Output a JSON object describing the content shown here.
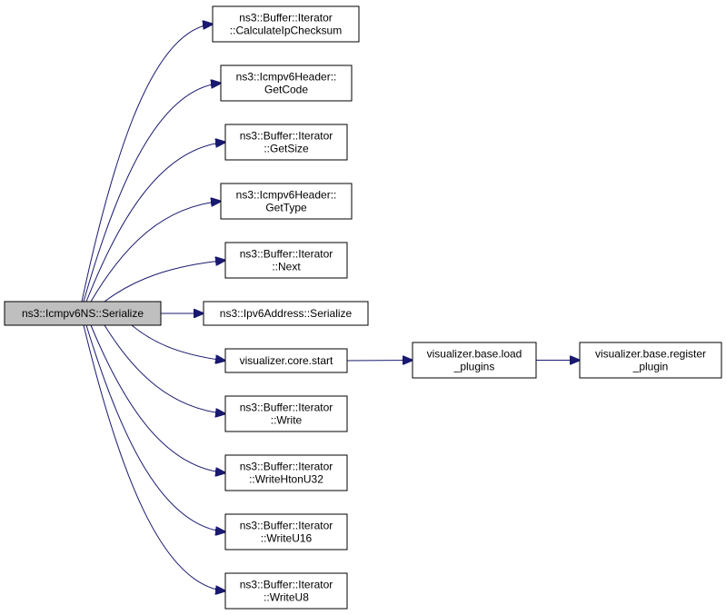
{
  "colors": {
    "edge": "#191970",
    "root_fill": "#bfbfbf",
    "node_fill": "#ffffff",
    "border": "#000000",
    "text": "#000000"
  },
  "nodes": [
    {
      "id": "root",
      "lines": [
        "ns3::Icmpv6NS::Serialize"
      ],
      "root": true
    },
    {
      "id": "calcchecksum",
      "lines": [
        "ns3::Buffer::Iterator",
        "::CalculateIpChecksum"
      ]
    },
    {
      "id": "getcode",
      "lines": [
        "ns3::Icmpv6Header::",
        "GetCode"
      ]
    },
    {
      "id": "getsize",
      "lines": [
        "ns3::Buffer::Iterator",
        "::GetSize"
      ]
    },
    {
      "id": "gettype",
      "lines": [
        "ns3::Icmpv6Header::",
        "GetType"
      ]
    },
    {
      "id": "next",
      "lines": [
        "ns3::Buffer::Iterator",
        "::Next"
      ]
    },
    {
      "id": "ipv6serialize",
      "lines": [
        "ns3::Ipv6Address::Serialize"
      ]
    },
    {
      "id": "corestart",
      "lines": [
        "visualizer.core.start"
      ]
    },
    {
      "id": "loadplugins",
      "lines": [
        "visualizer.base.load",
        "_plugins"
      ]
    },
    {
      "id": "registerplugin",
      "lines": [
        "visualizer.base.register",
        "_plugin"
      ]
    },
    {
      "id": "write",
      "lines": [
        "ns3::Buffer::Iterator",
        "::Write"
      ]
    },
    {
      "id": "writehtonu32",
      "lines": [
        "ns3::Buffer::Iterator",
        "::WriteHtonU32"
      ]
    },
    {
      "id": "writeu16",
      "lines": [
        "ns3::Buffer::Iterator",
        "::WriteU16"
      ]
    },
    {
      "id": "writeu8",
      "lines": [
        "ns3::Buffer::Iterator",
        "::WriteU8"
      ]
    }
  ],
  "edges": [
    {
      "from": "root",
      "to": "calcchecksum"
    },
    {
      "from": "root",
      "to": "getcode"
    },
    {
      "from": "root",
      "to": "getsize"
    },
    {
      "from": "root",
      "to": "gettype"
    },
    {
      "from": "root",
      "to": "next"
    },
    {
      "from": "root",
      "to": "ipv6serialize"
    },
    {
      "from": "root",
      "to": "corestart"
    },
    {
      "from": "root",
      "to": "write"
    },
    {
      "from": "root",
      "to": "writehtonu32"
    },
    {
      "from": "root",
      "to": "writeu16"
    },
    {
      "from": "root",
      "to": "writeu8"
    },
    {
      "from": "corestart",
      "to": "loadplugins"
    },
    {
      "from": "loadplugins",
      "to": "registerplugin"
    }
  ]
}
